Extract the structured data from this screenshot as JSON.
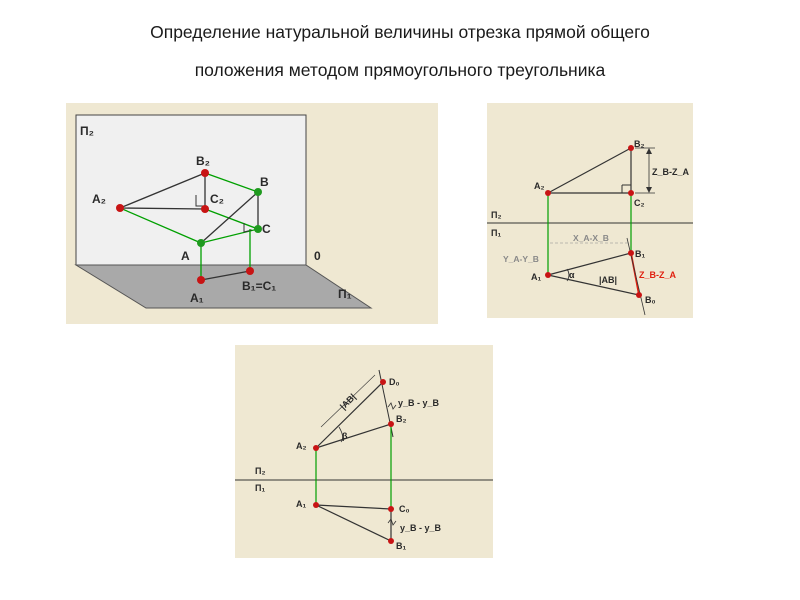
{
  "title": {
    "line1": "Определение натуральной величины отрезка прямой общего",
    "line2": "положения методом прямоугольного треугольника"
  },
  "colors": {
    "panel_bg": "#efe8d2",
    "plane_front": "#f0f0f0",
    "plane_bottom": "#a9a9a9",
    "projection_line": "#00a000",
    "red_point": "#c81414",
    "green_point": "#1f9a1f",
    "red_segment": "#e02010"
  },
  "panel1": {
    "plane_v": "П₂",
    "plane_h": "П₁",
    "origin": "0",
    "A2": "A₂",
    "B2": "B₂",
    "C2": "C₂",
    "B": "B",
    "C": "C",
    "A": "A",
    "A1": "A₁",
    "B1C1": "B₁=C₁"
  },
  "panel2": {
    "B2": "B₂",
    "A2": "A₂",
    "C2": "C₂",
    "dz": "Z_B-Z_A",
    "pi2": "П₂",
    "pi1": "П₁",
    "dx": "X_A-X_B",
    "dy": "Y_A-Y_B",
    "B1": "B₁",
    "A1": "A₁",
    "alpha": "α",
    "ab": "|AB|",
    "dz_red": "Z_B-Z_A",
    "B0": "B₀"
  },
  "panel3": {
    "D0": "D₀",
    "ab": "|AB|",
    "dy_top": "y_B - y_B",
    "B2": "B₂",
    "beta": "β",
    "A2": "A₂",
    "pi2": "П₂",
    "pi1": "П₁",
    "A1": "A₁",
    "C0": "C₀",
    "dy_bottom": "y_B - y_B",
    "B1": "B₁"
  }
}
